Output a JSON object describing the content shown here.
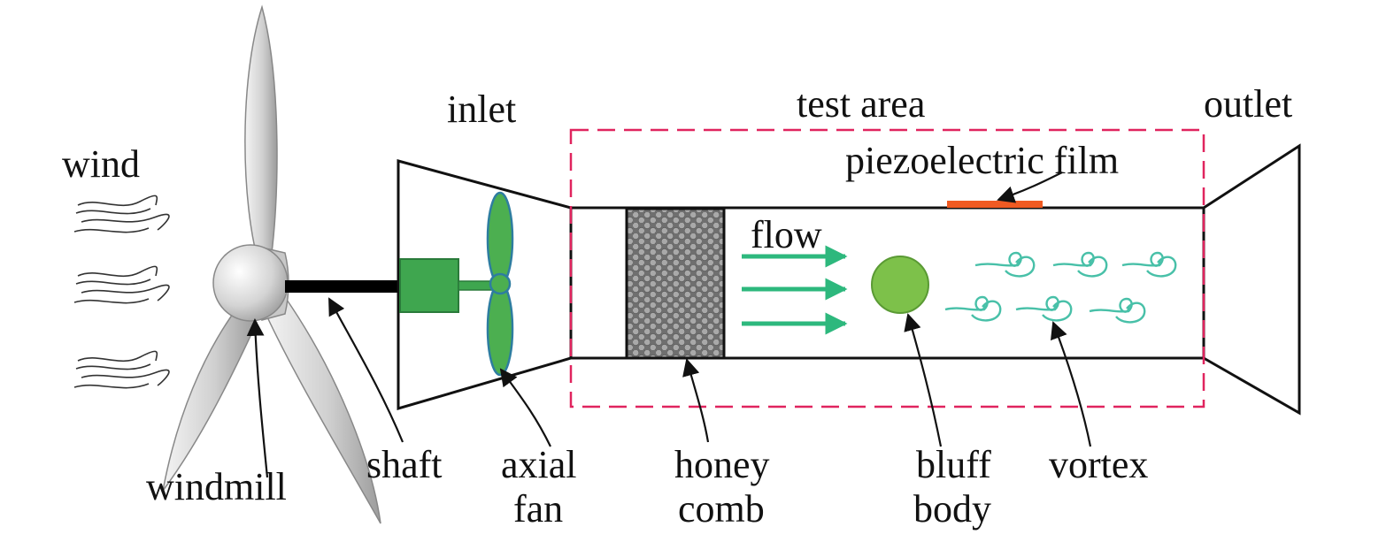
{
  "labels": {
    "wind": "wind",
    "inlet": "inlet",
    "test_area": "test area",
    "outlet": "outlet",
    "piezoelectric_film": "piezoelectric film",
    "flow": "flow",
    "shaft": "shaft",
    "axial_line1": "axial",
    "axial_line2": "fan",
    "honey_line1": "honey",
    "honey_line2": "comb",
    "windmill": "windmill",
    "bluff_line1": "bluff",
    "bluff_line2": "body",
    "vortex": "vortex"
  },
  "colors": {
    "test_area_border": "#e0245e",
    "motor": "#3fa64f",
    "fan_blade": "#4caf50",
    "fan_edge": "#2e7da0",
    "flow_arrow": "#2db87d",
    "bluff_body": "#7dc14a",
    "vortex": "#48c0a8",
    "piezo_film": "#f05a22",
    "honeycomb": "#7a7a7a",
    "windmill_body": "#d9d9d9",
    "shaft": "#000000"
  }
}
